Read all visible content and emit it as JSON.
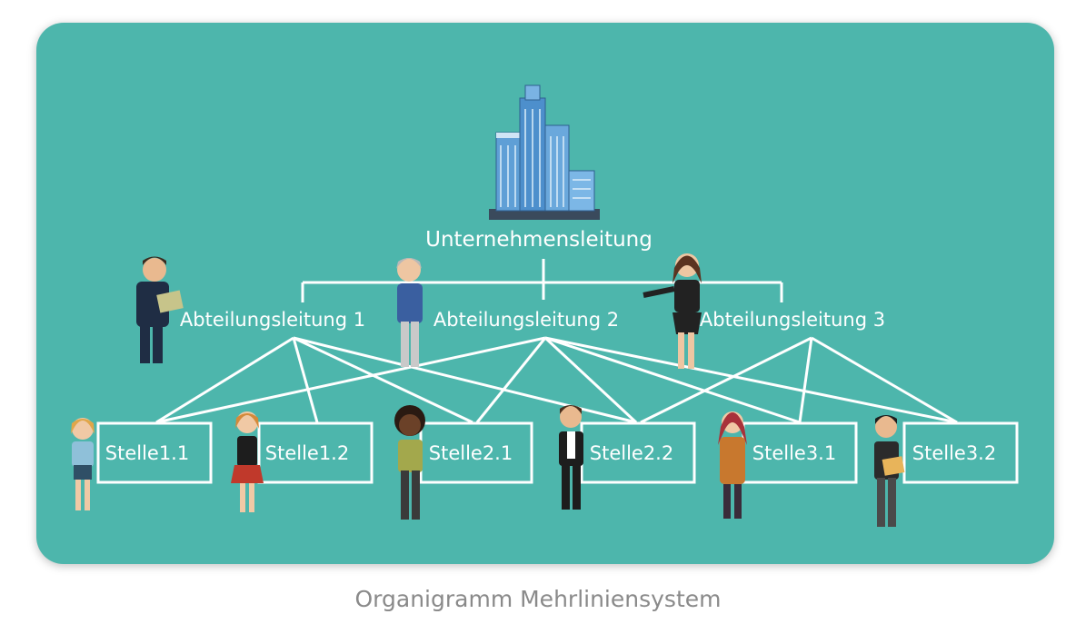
{
  "diagram": {
    "top": "Unternehmensleitung",
    "departments": [
      "Abteilungsleitung 1",
      "Abteilungsleitung 2",
      "Abteilungsleitung 3"
    ],
    "positions": [
      "Stelle1.1",
      "Stelle1.2",
      "Stelle2.1",
      "Stelle2.2",
      "Stelle3.1",
      "Stelle3.2"
    ],
    "caption": "Organigramm Mehrliniensystem"
  },
  "colors": {
    "background": "#4db6ac",
    "lines": "#ffffff",
    "caption": "#8a8a8a"
  },
  "icons": [
    "office-building-icon",
    "person-icon"
  ]
}
